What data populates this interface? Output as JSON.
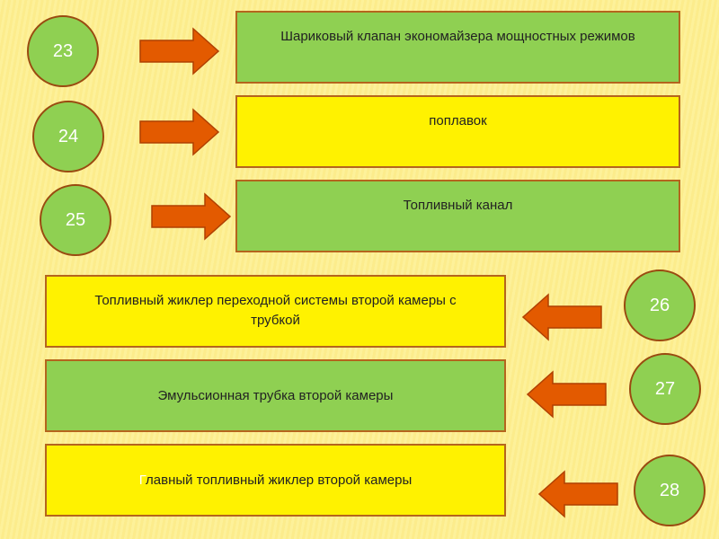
{
  "items": [
    {
      "number": "23",
      "label": "Шариковый клапан экономайзера мощностных режимов"
    },
    {
      "number": "24",
      "label": "поплавок"
    },
    {
      "number": "25",
      "label": "Топливный канал"
    },
    {
      "number": "26",
      "label": "Топливный жиклер переходной системы второй камеры с трубкой"
    },
    {
      "number": "27",
      "label": "Эмульсионная трубка второй камеры"
    },
    {
      "number": "28",
      "label_first_letter": "Г",
      "label_rest": "лавный топливный жиклер второй камеры"
    }
  ],
  "colors": {
    "green": "#8fd052",
    "yellow": "#fff200",
    "arrow": "#e35a00"
  }
}
